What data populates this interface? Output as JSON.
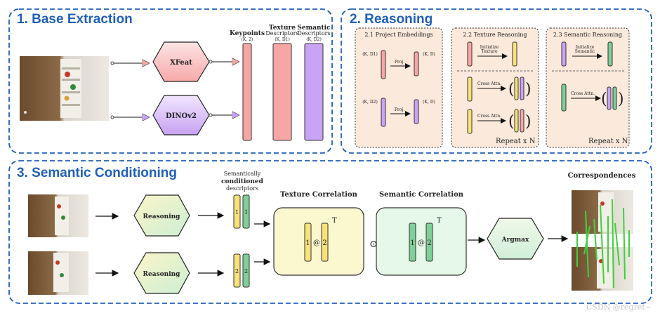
{
  "sections": {
    "s1": "1. Base Extraction",
    "s2": "2. Reasoning",
    "s3": "3. Semantic Conditioning"
  },
  "base": {
    "xfeat": "XFeat",
    "dino": "DINOv2",
    "kp_title": "Keypoints",
    "kp_dim": "(K, 2)",
    "tex_title": "Texture",
    "tex_title2": "Descriptors",
    "tex_dim": "(K, D1)",
    "sem_title": "Semantic",
    "sem_title2": "Descriptors",
    "sem_dim": "(K, D2)"
  },
  "reasoning": {
    "p1_title": "2.1 Project Embeddings",
    "p1_d1": "(K, D1)",
    "p1_proj": "Proj.",
    "p1_kd": "(K, D)",
    "p1_d2": "(K, D2)",
    "p1_proj2": "Proj.",
    "p1_kd2": "(K, D)",
    "p2_title": "2.2 Texture Reasoning",
    "p2_init1": "Initialize",
    "p2_init2": "Texture",
    "p2_cross1": "Cross Attn.",
    "p2_cross2": "Cross Attn.",
    "p2_repeat": "Repeat x N",
    "p3_title": "2.3 Semantic Reasoning",
    "p3_init1": "Initialize",
    "p3_init2": "Semantic",
    "p3_cross": "Cross Attn.",
    "p3_repeat": "Repeat x N"
  },
  "cond": {
    "desc1": "Semantically",
    "desc2": "conditioned",
    "desc3": "descriptors",
    "reason1": "Reasoning",
    "reason2": "Reasoning",
    "bar_1a": "1",
    "bar_1b": "1",
    "bar_2a": "2",
    "bar_2b": "2",
    "tex_corr": "Texture Correlation",
    "sem_corr": "Semantic Correlation",
    "tex_formula_a": "1",
    "tex_formula_at": "@",
    "tex_formula_b": "2",
    "tex_T": "T",
    "sem_formula_a": "1",
    "sem_formula_at": "@",
    "sem_formula_b": "2",
    "sem_T": "T",
    "odot": "⊙",
    "argmax": "Argmax",
    "correspondences": "Correspondences"
  },
  "watermark": "CSDN @regret~",
  "colors": {
    "accent_blue": "#1f5fb8",
    "texture": "#f7a6a6",
    "semantic": "#c9a3f5",
    "yellow": "#f8e27a",
    "green": "#7fcf97",
    "panel": "#fbe9dc"
  }
}
